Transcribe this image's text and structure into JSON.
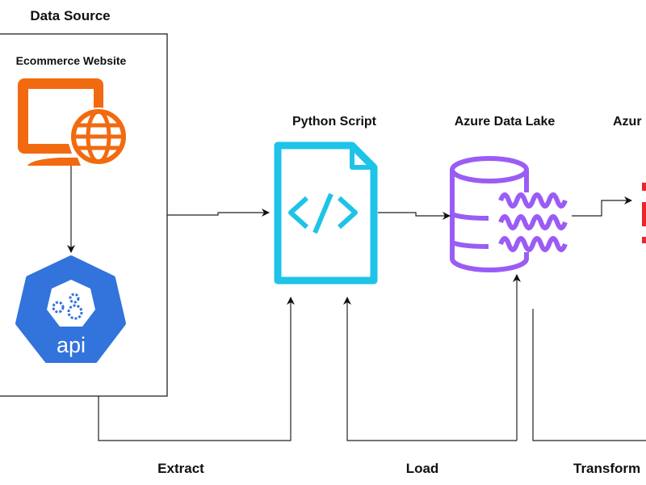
{
  "labels": {
    "data_source": "Data Source",
    "ecommerce_website": "Ecommerce Website",
    "python_script": "Python Script",
    "azure_data_lake": "Azure Data Lake",
    "azure_cut": "Azur",
    "extract": "Extract",
    "load": "Load",
    "transform": "Transform"
  },
  "icons": {
    "website": "monitor-globe-icon",
    "api": "api-gears-icon",
    "api_text": "api",
    "script": "code-file-icon",
    "lake": "database-waves-icon",
    "next": "red-service-icon"
  },
  "colors": {
    "website": "#f26a0f",
    "api": "#3273dc",
    "script": "#1ec3e8",
    "lake": "#9a5cf5",
    "next": "#e8262b"
  }
}
